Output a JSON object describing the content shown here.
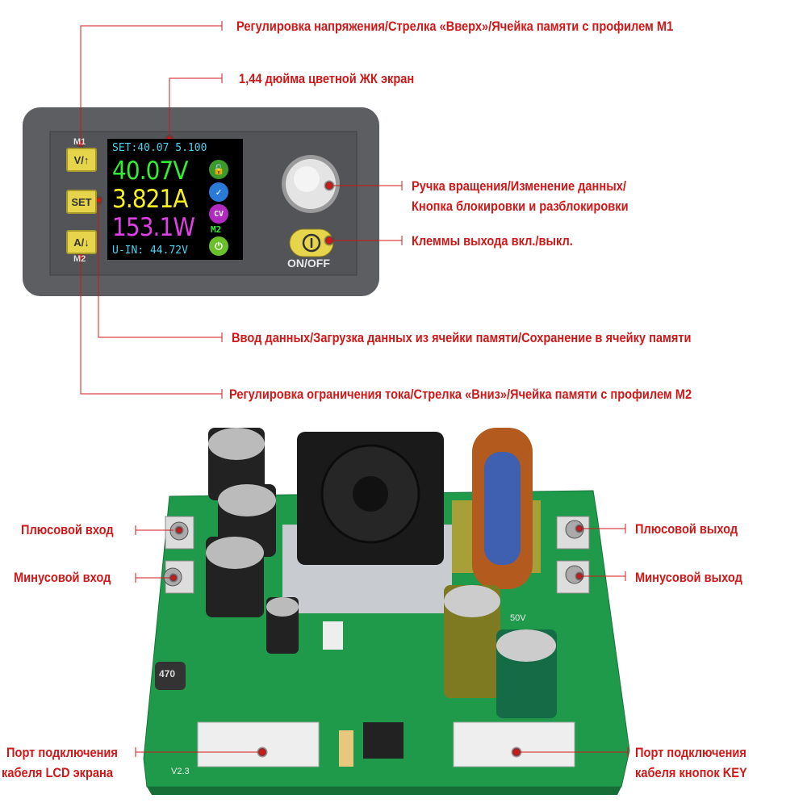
{
  "callouts": {
    "voltage_up_m1": "Регулировка напряжения/Стрелка «Вверх»/Ячейка памяти с профилем M1",
    "lcd_screen": "1,44 дюйма цветной ЖК экран",
    "knob_line1": "Ручка вращения/Изменение данных/",
    "knob_line2": "Кнопка блокировки и разблокировки",
    "output_onoff": "Клеммы выхода вкл./выкл.",
    "set_data": "Ввод данных/Загрузка данных из ячейки памяти/Сохранение в ячейку памяти",
    "current_down_m2": "Регулировка ограничения тока/Стрелка «Вниз»/Ячейка памяти с профилем M2",
    "plus_input": "Плюсовой вход",
    "minus_input": "Минусовой вход",
    "plus_output": "Плюсовой выход",
    "minus_output": "Минусовой выход",
    "lcd_port_line1": "Порт подключения",
    "lcd_port_line2": "кабеля LCD экрана",
    "key_port_line1": "Порт подключения",
    "key_port_line2": "кабеля кнопок KEY"
  },
  "device": {
    "m1": "M1",
    "m2": "M2",
    "btn_up": "V/↑",
    "btn_set": "SET",
    "btn_down": "A/↓",
    "onoff": "ON/OFF",
    "lcd": {
      "set_line": "SET:40.07 5.100",
      "voltage": "40.07V",
      "current": "3.821A",
      "power": "153.1W",
      "input": "U-IN: 44.72V",
      "cv": "CV",
      "mem": "M2"
    }
  },
  "pcb": {
    "inductor": "470",
    "version": "V2.3",
    "cap_rating": "50V"
  },
  "colors": {
    "callout": "#d01818",
    "voltage": "#33ee33",
    "current": "#f5f01e",
    "power": "#e040e8",
    "info": "#4fd0f0"
  }
}
